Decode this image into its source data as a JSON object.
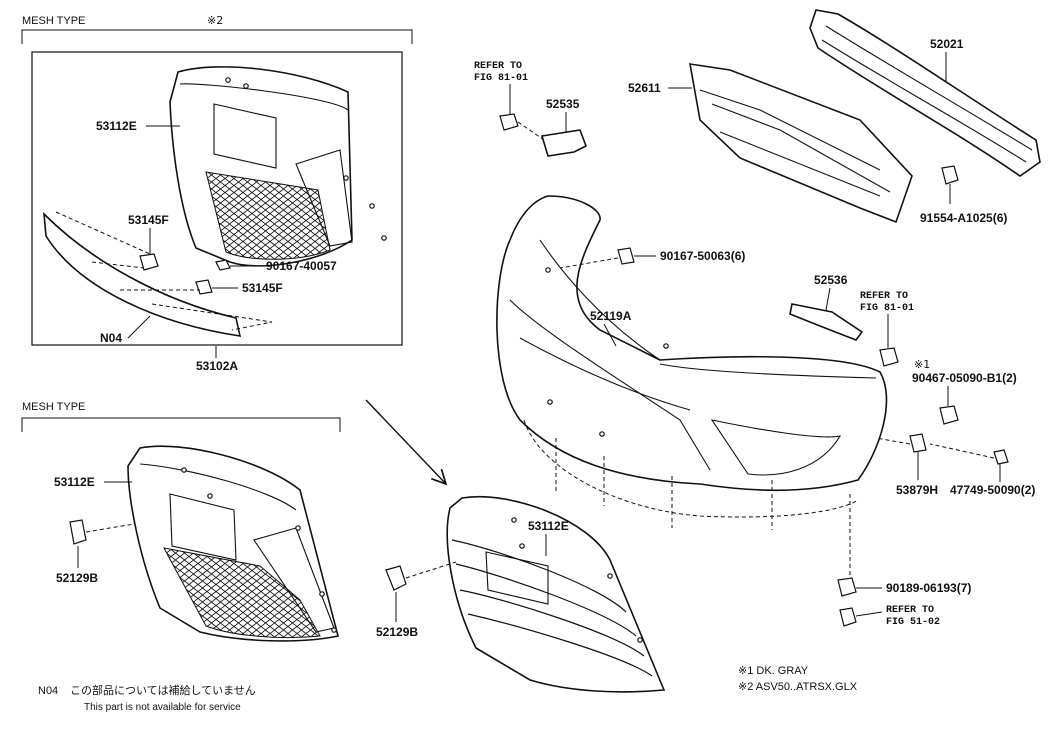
{
  "groups": {
    "mesh_type_top": {
      "label": "MESH TYPE",
      "note_mark": "※2"
    },
    "mesh_type_bottom": {
      "label": "MESH TYPE"
    }
  },
  "parts": {
    "p53112E_a": "53112E",
    "p53145F_a": "53145F",
    "p90167_40057": "90167-40057",
    "p53145F_b": "53145F",
    "pN04": "N04",
    "p53102A": "53102A",
    "p53112E_b": "53112E",
    "p52129B_a": "52129B",
    "p52129B_b": "52129B",
    "p53112E_c": "53112E",
    "p52535": "52535",
    "p52611": "52611",
    "p52021": "52021",
    "p91554": "91554-A1025(6)",
    "p90167_50063": "90167-50063(6)",
    "p52119A": "52119A",
    "p52536": "52536",
    "p90467": "90467-05090-B1(2)",
    "p53879H": "53879H",
    "p47749": "47749-50090(2)",
    "p90189": "90189-06193(7)"
  },
  "refs": {
    "ref_top_a": "REFER TO",
    "ref_top_b": "FIG 81-01",
    "ref_mid_a": "REFER TO",
    "ref_mid_b": "FIG 81-01",
    "ref_bot_a": "REFER TO",
    "ref_bot_b": "FIG 51-02",
    "mark_90467": "※1"
  },
  "notes": {
    "n04_code": "N04",
    "n04_jp": "この部品については補給していません",
    "n04_en": "This part is not available for service",
    "legend_1": "※1 DK. GRAY",
    "legend_2": "※2 ASV50..ATRSX.GLX"
  }
}
